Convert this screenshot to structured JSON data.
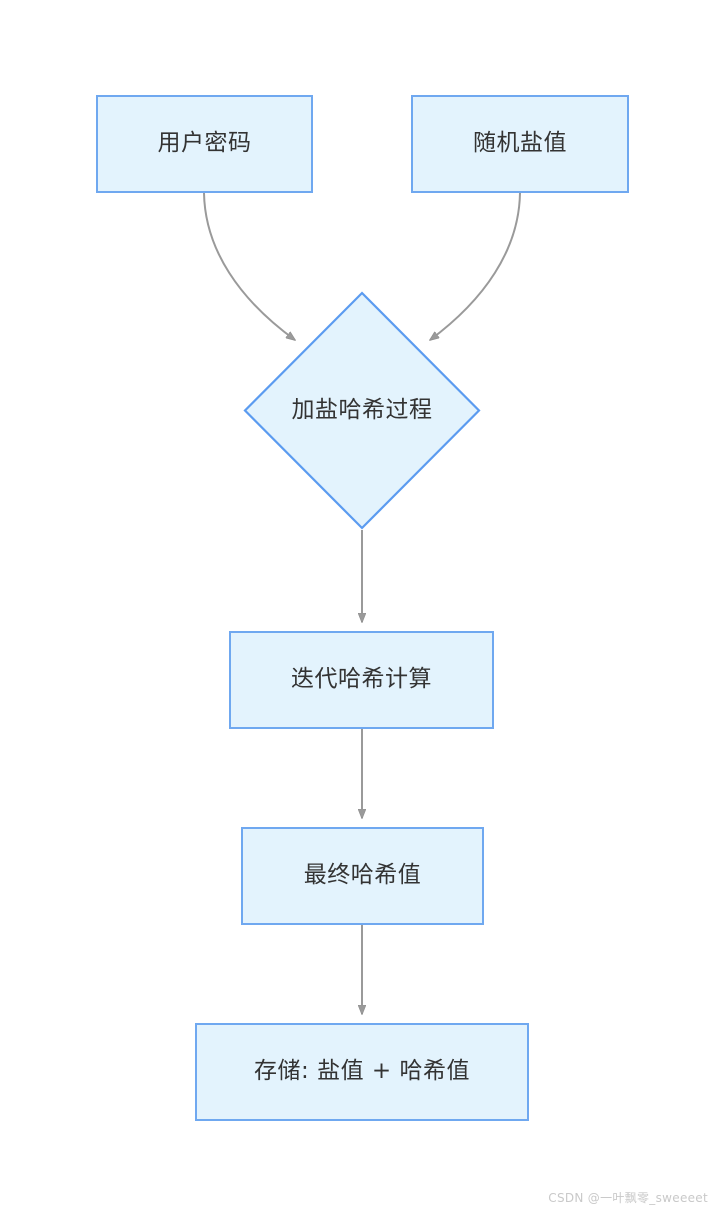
{
  "diagram": {
    "type": "flowchart",
    "title": "",
    "direction": "top-to-bottom",
    "colors": {
      "node_fill": "#e3f3fd",
      "node_border": "#6fa8f0",
      "edge_stroke": "#9a9a9a",
      "text": "#333333",
      "background": "#ffffff"
    },
    "nodes": [
      {
        "id": "password",
        "label": "用户密码",
        "shape": "rect"
      },
      {
        "id": "salt",
        "label": "随机盐值",
        "shape": "rect"
      },
      {
        "id": "process",
        "label": "加盐哈希过程",
        "shape": "diamond"
      },
      {
        "id": "iterate",
        "label": "迭代哈希计算",
        "shape": "rect"
      },
      {
        "id": "final",
        "label": "最终哈希值",
        "shape": "rect"
      },
      {
        "id": "store",
        "label": "存储: 盐值 + 哈希值",
        "shape": "rect"
      }
    ],
    "edges": [
      {
        "from": "password",
        "to": "process",
        "label": "",
        "style": "curved-arrow"
      },
      {
        "from": "salt",
        "to": "process",
        "label": "",
        "style": "curved-arrow"
      },
      {
        "from": "process",
        "to": "iterate",
        "label": "",
        "style": "straight-arrow"
      },
      {
        "from": "iterate",
        "to": "final",
        "label": "",
        "style": "straight-arrow"
      },
      {
        "from": "final",
        "to": "store",
        "label": "",
        "style": "straight-arrow"
      }
    ]
  },
  "watermark": {
    "text": "CSDN @一叶飘零_sweeeet"
  }
}
